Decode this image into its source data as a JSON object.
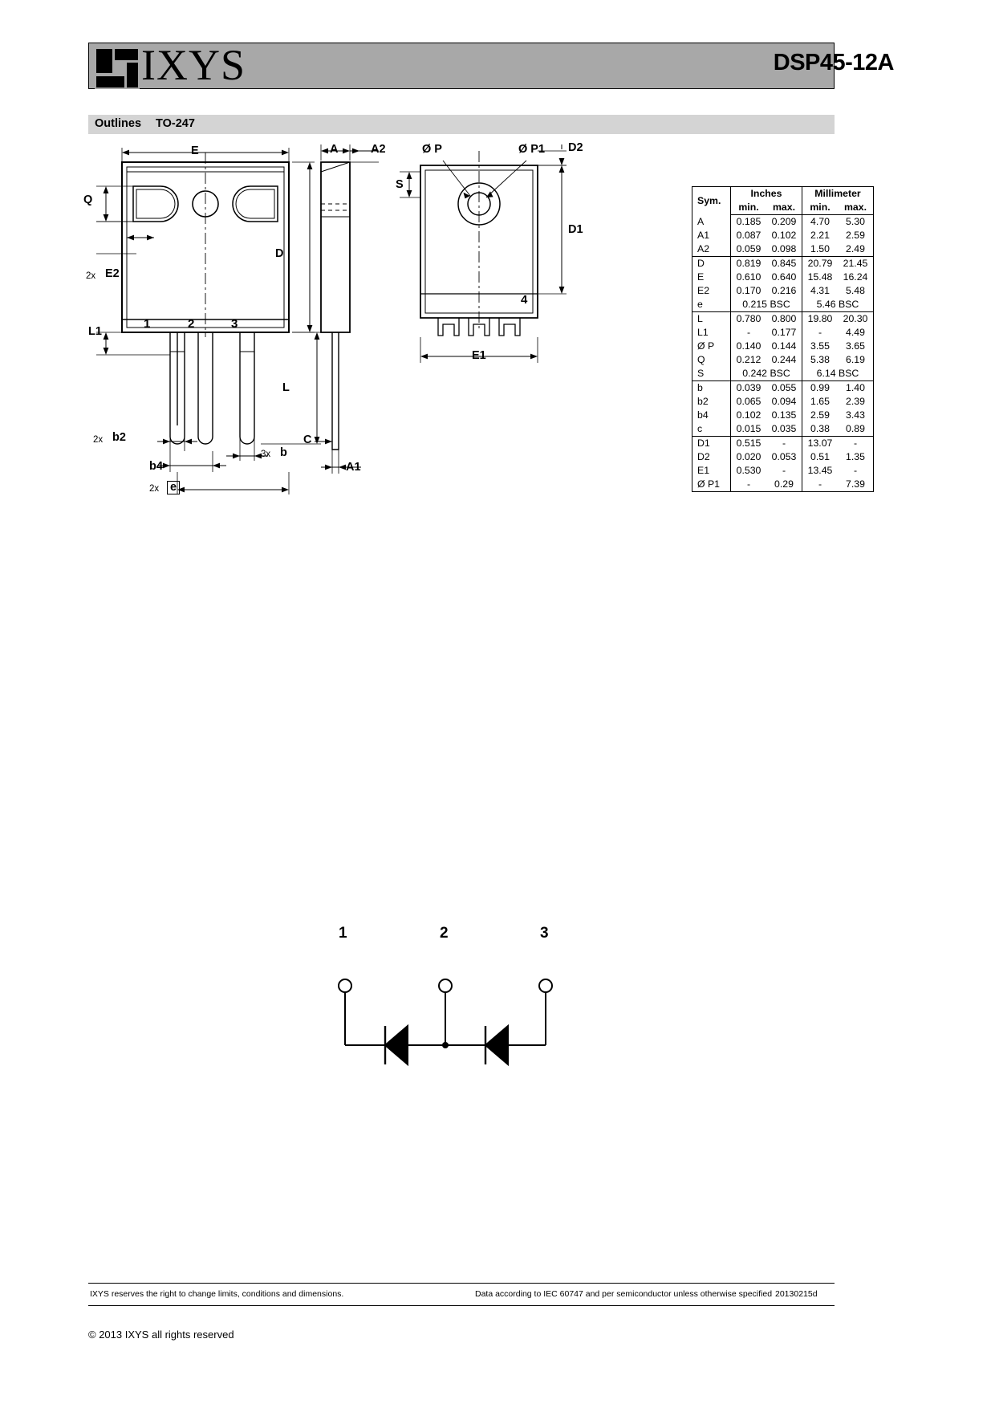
{
  "header": {
    "logo_text": "IXYS",
    "logo_mark": "ixys-square-logo",
    "part_number": "DSP45-12A"
  },
  "subheader": {
    "label": "Outlines",
    "package": "TO-247"
  },
  "drawing": {
    "front_view": {
      "dim_E": "E",
      "dim_Q": "Q",
      "dim_D": "D",
      "dim_L": "L",
      "dim_L1": "L1",
      "dim_E2": "E2",
      "mult_E2": "2x",
      "dim_b2": "b2",
      "mult_b2": "2x",
      "dim_b4": "b4",
      "dim_b": "b",
      "mult_b": "3x",
      "dim_e": "e",
      "mult_e": "2x",
      "pin1": "1",
      "pin2": "2",
      "pin3": "3"
    },
    "side_view": {
      "dim_A": "A",
      "dim_A1": "A1",
      "dim_A2": "A2",
      "dim_C": "C"
    },
    "bottom_view": {
      "dim_P": "Ø P",
      "dim_P1": "Ø P1",
      "dim_D1": "D1",
      "dim_D2": "D2",
      "dim_E1": "E1",
      "dim_S": "S",
      "pin4": "4"
    }
  },
  "table": {
    "col_sym": "Sym.",
    "col_inches": "Inches",
    "col_mm": "Millimeter",
    "col_min": "min.",
    "col_max": "max.",
    "groups": [
      {
        "rows": [
          {
            "sym": "A",
            "in_min": "0.185",
            "in_max": "0.209",
            "mm_min": "4.70",
            "mm_max": "5.30",
            "span": false
          },
          {
            "sym": "A1",
            "in_min": "0.087",
            "in_max": "0.102",
            "mm_min": "2.21",
            "mm_max": "2.59",
            "span": false
          },
          {
            "sym": "A2",
            "in_min": "0.059",
            "in_max": "0.098",
            "mm_min": "1.50",
            "mm_max": "2.49",
            "span": false
          }
        ]
      },
      {
        "rows": [
          {
            "sym": "D",
            "in_min": "0.819",
            "in_max": "0.845",
            "mm_min": "20.79",
            "mm_max": "21.45",
            "span": false
          },
          {
            "sym": "E",
            "in_min": "0.610",
            "in_max": "0.640",
            "mm_min": "15.48",
            "mm_max": "16.24",
            "span": false
          },
          {
            "sym": "E2",
            "in_min": "0.170",
            "in_max": "0.216",
            "mm_min": "4.31",
            "mm_max": "5.48",
            "span": false
          },
          {
            "sym": "e",
            "in_span": "0.215 BSC",
            "mm_span": "5.46 BSC",
            "span": true
          }
        ]
      },
      {
        "rows": [
          {
            "sym": "L",
            "in_min": "0.780",
            "in_max": "0.800",
            "mm_min": "19.80",
            "mm_max": "20.30",
            "span": false
          },
          {
            "sym": "L1",
            "in_min": "-",
            "in_max": "0.177",
            "mm_min": "-",
            "mm_max": "4.49",
            "span": false
          },
          {
            "sym": "Ø P",
            "in_min": "0.140",
            "in_max": "0.144",
            "mm_min": "3.55",
            "mm_max": "3.65",
            "span": false
          },
          {
            "sym": "Q",
            "in_min": "0.212",
            "in_max": "0.244",
            "mm_min": "5.38",
            "mm_max": "6.19",
            "span": false
          },
          {
            "sym": "S",
            "in_span": "0.242 BSC",
            "mm_span": "6.14 BSC",
            "span": true
          }
        ]
      },
      {
        "rows": [
          {
            "sym": "b",
            "in_min": "0.039",
            "in_max": "0.055",
            "mm_min": "0.99",
            "mm_max": "1.40",
            "span": false
          },
          {
            "sym": "b2",
            "in_min": "0.065",
            "in_max": "0.094",
            "mm_min": "1.65",
            "mm_max": "2.39",
            "span": false
          },
          {
            "sym": "b4",
            "in_min": "0.102",
            "in_max": "0.135",
            "mm_min": "2.59",
            "mm_max": "3.43",
            "span": false
          },
          {
            "sym": "c",
            "in_min": "0.015",
            "in_max": "0.035",
            "mm_min": "0.38",
            "mm_max": "0.89",
            "span": false
          }
        ]
      },
      {
        "rows": [
          {
            "sym": "D1",
            "in_min": "0.515",
            "in_max": "-",
            "mm_min": "13.07",
            "mm_max": "-",
            "span": false
          },
          {
            "sym": "D2",
            "in_min": "0.020",
            "in_max": "0.053",
            "mm_min": "0.51",
            "mm_max": "1.35",
            "span": false
          },
          {
            "sym": "E1",
            "in_min": "0.530",
            "in_max": "-",
            "mm_min": "13.45",
            "mm_max": "-",
            "span": false
          },
          {
            "sym": "Ø P1",
            "in_min": "-",
            "in_max": "0.29",
            "mm_min": "-",
            "mm_max": "7.39",
            "span": false
          }
        ]
      }
    ]
  },
  "schematic": {
    "terminal1": "1",
    "terminal2": "2",
    "terminal3": "3"
  },
  "footer": {
    "disclaimer": "IXYS reserves the right to change limits, conditions and dimensions.",
    "data_note": "Data according to IEC 60747 and per semiconductor unless otherwise specified",
    "doc_code": "20130215d",
    "copyright": "© 2013  IXYS all rights reserved"
  }
}
